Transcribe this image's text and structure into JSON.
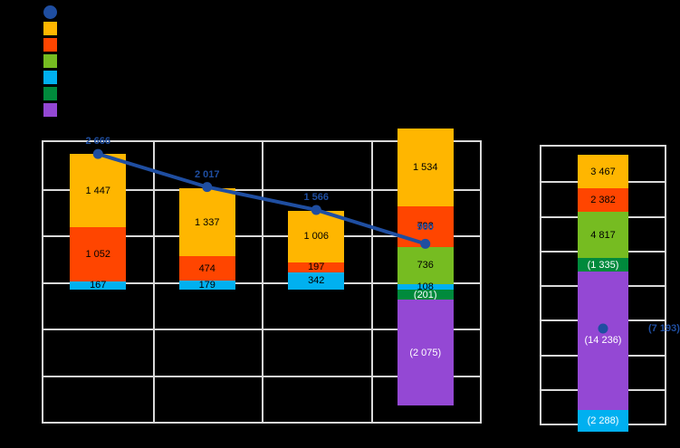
{
  "legend": {
    "items": [
      {
        "name": "legend-marker-total",
        "shape": "circle",
        "color": "#1F4EA1",
        "label": ""
      },
      {
        "name": "legend-swatch-1",
        "shape": "square",
        "color": "#FFB600",
        "label": ""
      },
      {
        "name": "legend-swatch-2",
        "shape": "square",
        "color": "#FF4500",
        "label": ""
      },
      {
        "name": "legend-swatch-3",
        "shape": "square",
        "color": "#76BC21",
        "label": ""
      },
      {
        "name": "legend-swatch-4",
        "shape": "square",
        "color": "#00B0F0",
        "label": ""
      },
      {
        "name": "legend-swatch-5",
        "shape": "square",
        "color": "#008A3C",
        "label": ""
      },
      {
        "name": "legend-swatch-6",
        "shape": "square",
        "color": "#9448D4",
        "label": ""
      }
    ]
  },
  "chart_data": [
    {
      "type": "bar",
      "stacked": true,
      "title": "",
      "xlabel": "",
      "ylabel": "",
      "grid": true,
      "legend_position": "top-left",
      "categories": [
        "",
        "",
        "",
        ""
      ],
      "ylim": [
        -2600,
        2900
      ],
      "colors": {
        "amber": "#FFB600",
        "orange": "#FF4500",
        "green": "#76BC21",
        "cyan": "#00B0F0",
        "darkgreen": "#008A3C",
        "purple": "#9448D4",
        "line": "#1F4EA1"
      },
      "series": [
        {
          "name": "amber",
          "color": "#FFB600",
          "values": [
            1447,
            1337,
            1006,
            1534
          ]
        },
        {
          "name": "orange",
          "color": "#FF4500",
          "values": [
            1052,
            474,
            197,
            798
          ]
        },
        {
          "name": "green",
          "color": "#76BC21",
          "values": [
            null,
            null,
            null,
            736
          ]
        },
        {
          "name": "cyan",
          "color": "#00B0F0",
          "values": [
            167,
            179,
            342,
            108
          ]
        },
        {
          "name": "darkgreen",
          "color": "#008A3C",
          "values": [
            null,
            null,
            null,
            -201
          ]
        },
        {
          "name": "purple",
          "color": "#9448D4",
          "values": [
            null,
            null,
            null,
            -2075
          ]
        }
      ],
      "line_series": {
        "name": "total",
        "color": "#1F4EA1",
        "values": [
          2666,
          2017,
          1566,
          900
        ],
        "labels": [
          "2 666",
          "2 017",
          "1 566",
          "900"
        ]
      },
      "bars": [
        {
          "name": "bar-1",
          "total_label": "2 666",
          "segments": [
            {
              "label": "1 447",
              "value": 1447,
              "color": "#FFB600",
              "text": "#000000"
            },
            {
              "label": "1 052",
              "value": 1052,
              "color": "#FF4500",
              "text": "#000000"
            },
            {
              "label": "167",
              "value": 167,
              "color": "#00B0F0",
              "text": "#000000"
            }
          ]
        },
        {
          "name": "bar-2",
          "total_label": "2 017",
          "segments": [
            {
              "label": "1 337",
              "value": 1337,
              "color": "#FFB600",
              "text": "#000000"
            },
            {
              "label": "474",
              "value": 474,
              "color": "#FF4500",
              "text": "#000000"
            },
            {
              "label": "179",
              "value": 179,
              "color": "#00B0F0",
              "text": "#000000"
            }
          ]
        },
        {
          "name": "bar-3",
          "total_label": "1 566",
          "segments": [
            {
              "label": "1 006",
              "value": 1006,
              "color": "#FFB600",
              "text": "#000000"
            },
            {
              "label": "197",
              "value": 197,
              "color": "#FF4500",
              "text": "#000000"
            },
            {
              "label": "342",
              "value": 342,
              "color": "#00B0F0",
              "text": "#000000"
            }
          ]
        },
        {
          "name": "bar-4",
          "total_label": "900",
          "segments": [
            {
              "label": "1 534",
              "value": 1534,
              "color": "#FFB600",
              "text": "#000000"
            },
            {
              "label": "798",
              "value": 798,
              "color": "#FF4500",
              "text": "#000000"
            },
            {
              "label": "736",
              "value": 736,
              "color": "#76BC21",
              "text": "#000000"
            },
            {
              "label": "108",
              "value": 108,
              "color": "#00B0F0",
              "text": "#000000"
            },
            {
              "label": "(201)",
              "value": -201,
              "color": "#008A3C",
              "text": "#FFFFFF"
            },
            {
              "label": "(2 075)",
              "value": -2075,
              "color": "#9448D4",
              "text": "#FFFFFF"
            }
          ]
        }
      ]
    },
    {
      "type": "bar",
      "stacked": true,
      "title": "",
      "xlabel": "",
      "ylabel": "",
      "grid": true,
      "categories": [
        ""
      ],
      "ylim": [
        -17000,
        11500
      ],
      "line_series": {
        "name": "total",
        "color": "#1F4EA1",
        "values": [
          -7193
        ],
        "labels": [
          "(7 193)"
        ]
      },
      "bars": [
        {
          "name": "bar-total",
          "total_label": "(7 193)",
          "segments": [
            {
              "label": "3 467",
              "value": 3467,
              "color": "#FFB600",
              "text": "#000000"
            },
            {
              "label": "2 382",
              "value": 2382,
              "color": "#FF4500",
              "text": "#000000"
            },
            {
              "label": "4 817",
              "value": 4817,
              "color": "#76BC21",
              "text": "#000000"
            },
            {
              "label": "(1 335)",
              "value": -1335,
              "color": "#008A3C",
              "text": "#FFFFFF"
            },
            {
              "label": "(14 236)",
              "value": -14236,
              "color": "#9448D4",
              "text": "#FFFFFF"
            },
            {
              "label": "(2 288)",
              "value": -2288,
              "color": "#00B0F0",
              "text": "#FFFFFF"
            }
          ]
        }
      ]
    }
  ]
}
